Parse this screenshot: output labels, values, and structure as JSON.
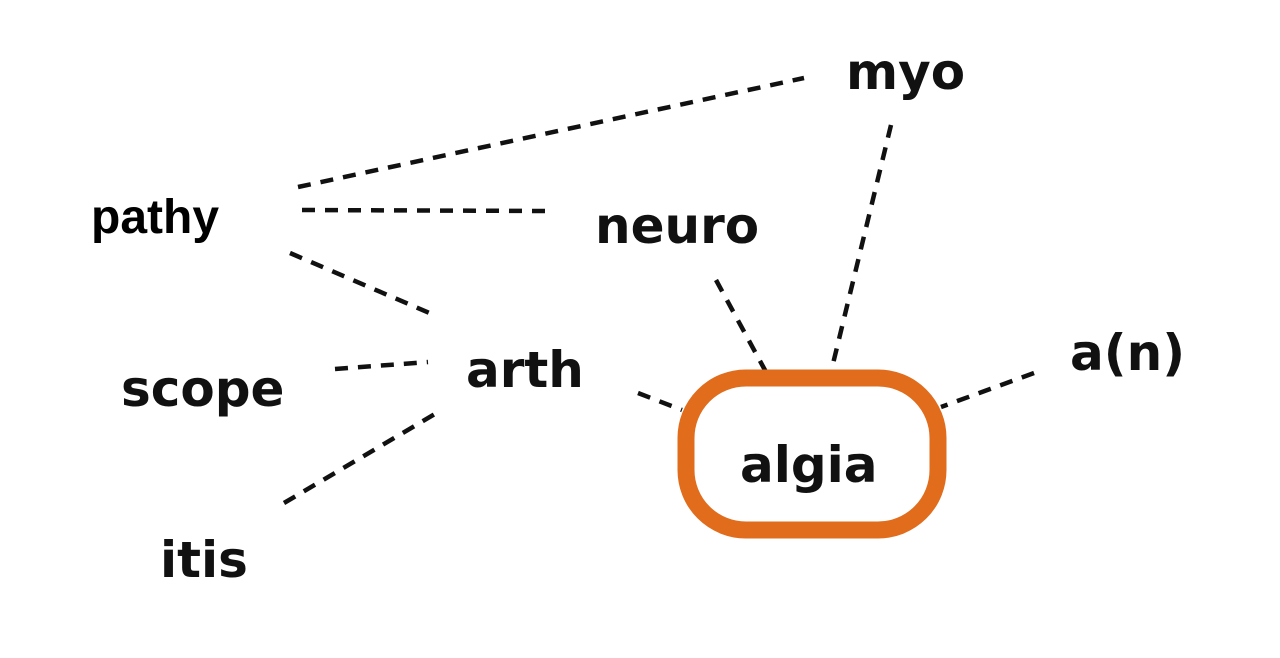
{
  "diagram": {
    "nodes": {
      "myo": "myo",
      "pathy": "pathy",
      "neuro": "neuro",
      "arth": "arth",
      "scope": "scope",
      "itis": "itis",
      "algia": "algia",
      "an": "a(n)"
    },
    "highlighted_node": "algia",
    "colors": {
      "highlight": "#e06c1c",
      "line": "#111111",
      "text": "#111111",
      "background": "#ffffff"
    },
    "connections": [
      [
        "pathy",
        "myo"
      ],
      [
        "pathy",
        "neuro"
      ],
      [
        "pathy",
        "arth"
      ],
      [
        "scope",
        "arth"
      ],
      [
        "itis",
        "arth"
      ],
      [
        "arth",
        "algia"
      ],
      [
        "neuro",
        "algia"
      ],
      [
        "myo",
        "algia"
      ],
      [
        "an",
        "algia"
      ]
    ]
  }
}
